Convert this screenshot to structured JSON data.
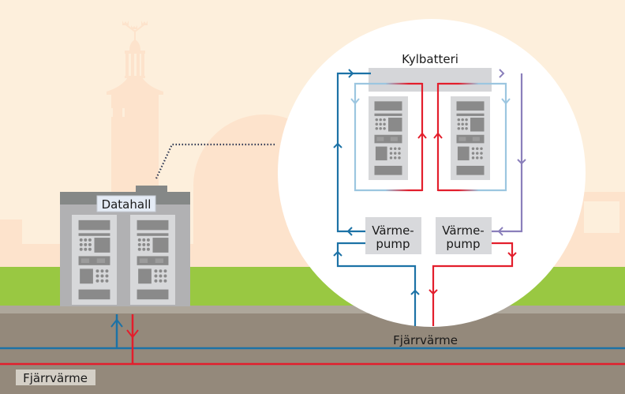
{
  "diagram": {
    "title": "Datahall heat recovery to district heating",
    "labels": {
      "datahall": "Datahall",
      "cooling_coil": "Kylbatteri",
      "heat_pump_1_line1": "Värme-",
      "heat_pump_1_line2": "pump",
      "heat_pump_2_line1": "Värme-",
      "heat_pump_2_line2": "pump",
      "district_heating_inset": "Fjärrvärme",
      "district_heating_ground": "Fjärrvärme"
    },
    "colors": {
      "sky": "#fdefdc",
      "skyline": "#fde3cc",
      "grass": "#99c842",
      "ground_top": "#aea79b",
      "earth": "#94897b",
      "building_wall": "#b1b1b3",
      "building_roof": "#858887",
      "rack": "#d7d8da",
      "rack_part": "#8a8a8a",
      "cold_pipe": "#1c72a6",
      "hot_pipe": "#e31e2c",
      "cool_loop": "#9cc6e0",
      "return_pipe": "#8a7fbb",
      "pump_box": "#d5d6d9",
      "label_bg": "#e4ebf5"
    },
    "flows": [
      {
        "name": "supply-from-district-heating",
        "color": "cold",
        "direction": "up"
      },
      {
        "name": "return-to-district-heating",
        "color": "hot",
        "direction": "down"
      },
      {
        "name": "cooling-coil-outer-loop",
        "color": "cold-to-return",
        "direction": "clockwise"
      },
      {
        "name": "rack-cooling-loops",
        "color": "cool-to-hot",
        "direction": "up-through-racks"
      }
    ]
  }
}
